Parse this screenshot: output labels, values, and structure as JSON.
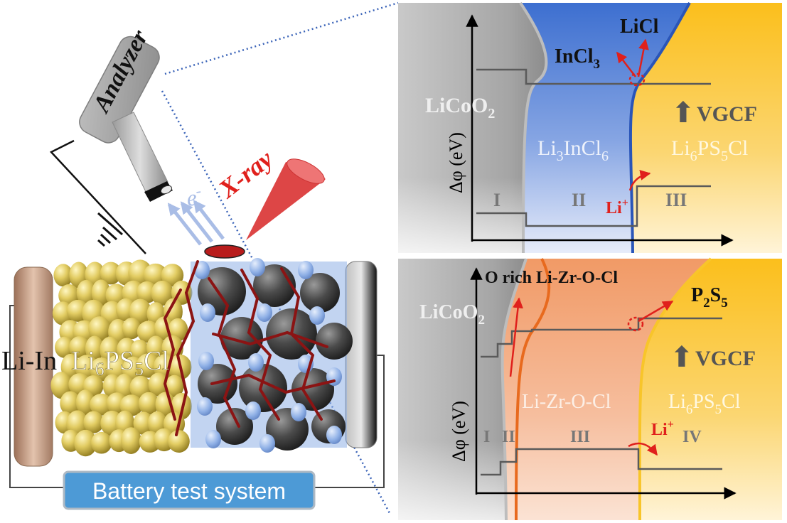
{
  "left": {
    "analyzer_label": "Analyzer",
    "electron_label": "e",
    "electron_sup": "-",
    "xray_label": "X-ray",
    "li_in_label": "Li-In",
    "electrolyte_label": {
      "base": "Li",
      "s1": "6",
      "mid": "PS",
      "s2": "5",
      "end": "Cl"
    },
    "battery_button_label": "Battery test system"
  },
  "top_panel": {
    "axis_label": "Δφ (eV)",
    "licoo2": {
      "base": "LiCoO",
      "sub": "2"
    },
    "li3incl6": {
      "a": "Li",
      "s1": "3",
      "b": "InCl",
      "s2": "6"
    },
    "li6ps5cl": {
      "a": "Li",
      "s1": "6",
      "b": "PS",
      "s2": "5",
      "c": "Cl"
    },
    "incl3": {
      "base": "InCl",
      "sub": "3"
    },
    "licl": "LiCl",
    "vgcf": "VGCF",
    "region_1": "I",
    "region_2": "II",
    "region_3": "III",
    "li_plus": {
      "base": "Li",
      "sup": "+"
    }
  },
  "bottom_panel": {
    "axis_label": "Δφ (eV)",
    "o_rich": "O rich Li-Zr-O-Cl",
    "licoo2": {
      "base": "LiCoO",
      "sub": "2"
    },
    "p2s5": {
      "a": "P",
      "s1": "2",
      "b": "S",
      "s2": "5"
    },
    "vgcf": "VGCF",
    "lizrocl": "Li-Zr-O-Cl",
    "li6ps5cl": {
      "a": "Li",
      "s1": "6",
      "b": "PS",
      "s2": "5",
      "c": "Cl"
    },
    "region_1": "I",
    "region_2": "II",
    "region_3": "III",
    "region_4": "IV",
    "li_plus": {
      "base": "Li",
      "sup": "+"
    }
  },
  "colors": {
    "licoo2_gray": "#9a9a9a",
    "halide_blue": "#4f7fd6",
    "sulfide_yellow": "#f8c52a",
    "oxychloride_orange": "#e86a1e",
    "arrow_red": "#e0201c",
    "xray_red": "#e04848",
    "button_blue": "#4d9ad6"
  }
}
